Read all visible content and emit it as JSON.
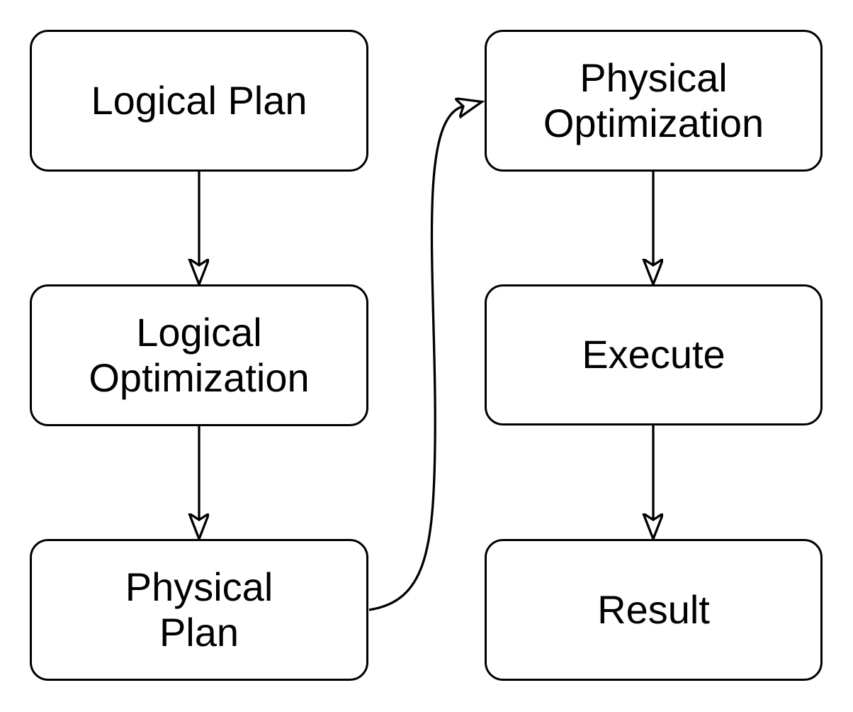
{
  "diagram": {
    "type": "flowchart",
    "nodes": [
      {
        "id": "logical-plan",
        "label": "Logical Plan"
      },
      {
        "id": "logical-optimization",
        "label": "Logical\nOptimization"
      },
      {
        "id": "physical-plan",
        "label": "Physical\nPlan"
      },
      {
        "id": "physical-optimization",
        "label": "Physical\nOptimization"
      },
      {
        "id": "execute",
        "label": "Execute"
      },
      {
        "id": "result",
        "label": "Result"
      }
    ],
    "edges": [
      {
        "from": "Logical Plan",
        "to": "Logical Optimization",
        "style": "straight-down"
      },
      {
        "from": "Logical Optimization",
        "to": "Physical Plan",
        "style": "straight-down"
      },
      {
        "from": "Physical Plan",
        "to": "Physical Optimization",
        "style": "curved-right-up"
      },
      {
        "from": "Physical Optimization",
        "to": "Execute",
        "style": "straight-down"
      },
      {
        "from": "Execute",
        "to": "Result",
        "style": "straight-down"
      }
    ],
    "colors": {
      "stroke": "#000000",
      "fill": "#ffffff",
      "text": "#000000"
    }
  }
}
